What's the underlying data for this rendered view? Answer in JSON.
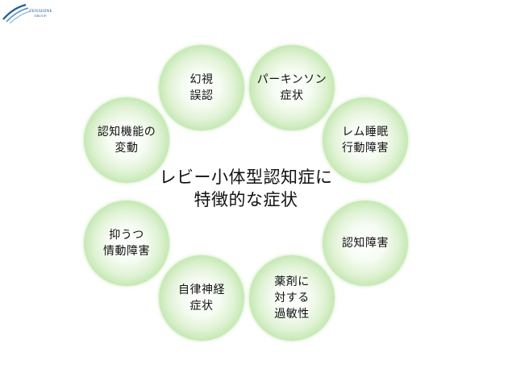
{
  "logo": {
    "text": "ZENSHINKAI GROUP",
    "color": "#1f5d9c"
  },
  "center_title": "レビー小体型認知症に\n特徴的な症状",
  "bubble_gradient": {
    "inner": "#ffffff",
    "outer": "#9bdb80"
  },
  "symptoms": [
    {
      "label": "幻視\n誤認"
    },
    {
      "label": "パーキンソン\n症状"
    },
    {
      "label": "レム睡眠\n行動障害"
    },
    {
      "label": "認知障害"
    },
    {
      "label": "薬剤に\n対する\n過敏性"
    },
    {
      "label": "自律神経\n症状"
    },
    {
      "label": "抑うつ\n情動障害"
    },
    {
      "label": "認知機能の\n変動"
    }
  ]
}
